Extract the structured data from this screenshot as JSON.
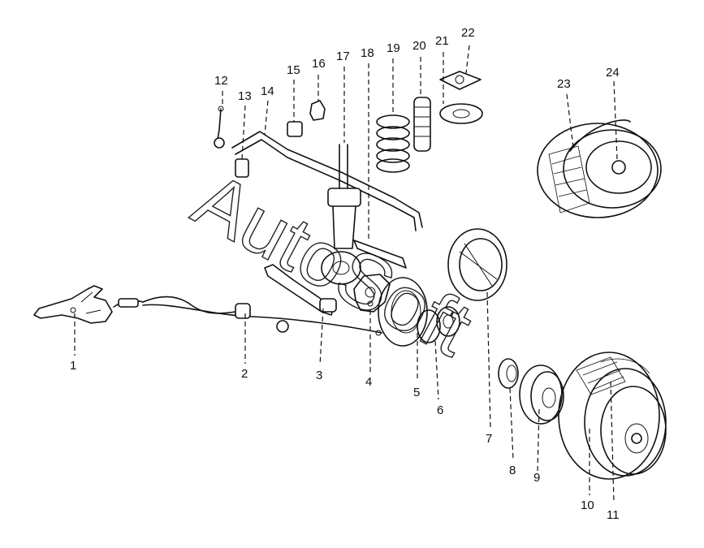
{
  "diagram": {
    "watermark_text": "AutoSoft",
    "callouts": [
      {
        "id": "1",
        "label": "1"
      },
      {
        "id": "2",
        "label": "2"
      },
      {
        "id": "3",
        "label": "3"
      },
      {
        "id": "4",
        "label": "4"
      },
      {
        "id": "5",
        "label": "5"
      },
      {
        "id": "6",
        "label": "6"
      },
      {
        "id": "7",
        "label": "7"
      },
      {
        "id": "8",
        "label": "8"
      },
      {
        "id": "9",
        "label": "9"
      },
      {
        "id": "10",
        "label": "10"
      },
      {
        "id": "11",
        "label": "11"
      },
      {
        "id": "12",
        "label": "12"
      },
      {
        "id": "13",
        "label": "13"
      },
      {
        "id": "14",
        "label": "14"
      },
      {
        "id": "15",
        "label": "15"
      },
      {
        "id": "16",
        "label": "16"
      },
      {
        "id": "17",
        "label": "17"
      },
      {
        "id": "18",
        "label": "18"
      },
      {
        "id": "19",
        "label": "19"
      },
      {
        "id": "20",
        "label": "20"
      },
      {
        "id": "21",
        "label": "21"
      },
      {
        "id": "22",
        "label": "22"
      },
      {
        "id": "23",
        "label": "23"
      },
      {
        "id": "24",
        "label": "24"
      }
    ]
  }
}
